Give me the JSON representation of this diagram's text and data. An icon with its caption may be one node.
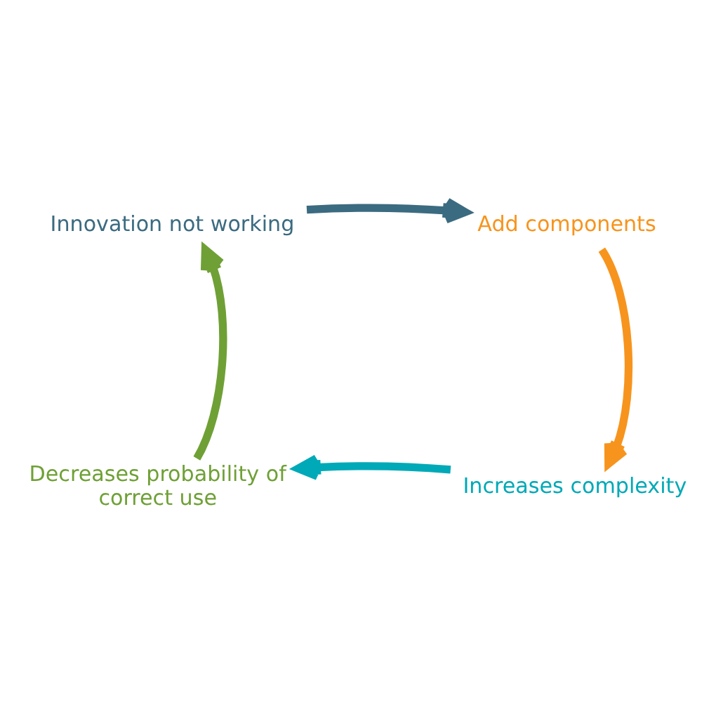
{
  "diagram": {
    "nodes": [
      {
        "text": [
          "Innovation not working"
        ]
      },
      {
        "text": [
          "Add components"
        ]
      },
      {
        "text": [
          "Increases complexity"
        ]
      },
      {
        "text": [
          "Decreases probability of correct use"
        ]
      }
    ],
    "edges": [
      {
        "from": 0,
        "to": 1,
        "arrow": "to",
        "color": "#3b6b80"
      },
      {
        "from": 1,
        "to": 2,
        "arrow": "to",
        "color": "#f7941d"
      },
      {
        "from": 2,
        "to": 3,
        "arrow": "to",
        "color": "#00a9b7"
      },
      {
        "from": 3,
        "to": 0,
        "arrow": "to",
        "color": "#6fa036"
      }
    ]
  }
}
